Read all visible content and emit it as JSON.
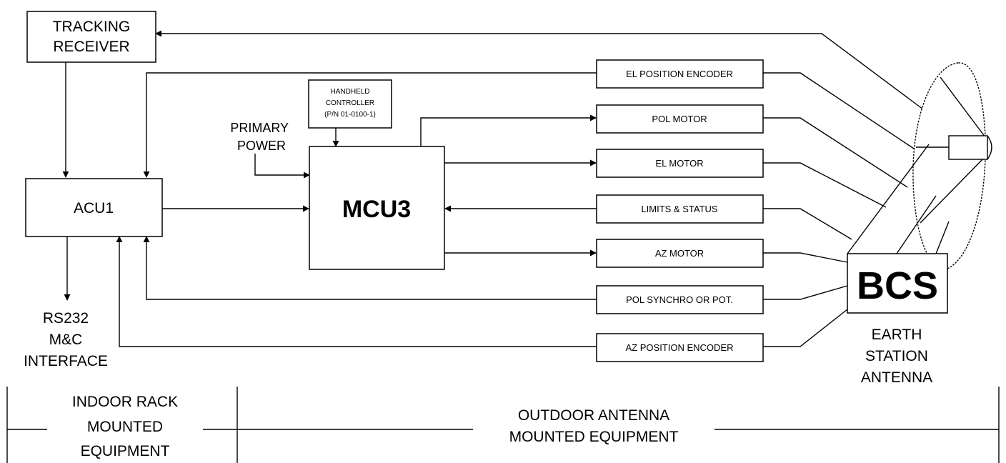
{
  "labels": {
    "tracking_receiver": [
      "TRACKING",
      "RECEIVER"
    ],
    "acu": "ACU1",
    "mcu": "MCU3",
    "bcs": "BCS",
    "handheld_controller": [
      "HANDHELD",
      "CONTROLLER",
      "(P/N 01-0100-1)"
    ],
    "primary_power": [
      "PRIMARY",
      "POWER"
    ],
    "rs232": [
      "RS232",
      "M&C",
      "INTERFACE"
    ],
    "earth_station": [
      "EARTH",
      "STATION",
      "ANTENNA"
    ],
    "indoor_section": [
      "INDOOR RACK",
      "MOUNTED",
      "EQUIPMENT"
    ],
    "outdoor_section": [
      "OUTDOOR ANTENNA",
      "MOUNTED EQUIPMENT"
    ]
  },
  "signals": [
    "EL POSITION ENCODER",
    "POL MOTOR",
    "EL MOTOR",
    "LIMITS & STATUS",
    "AZ MOTOR",
    "POL SYNCHRO OR POT.",
    "AZ POSITION ENCODER"
  ]
}
